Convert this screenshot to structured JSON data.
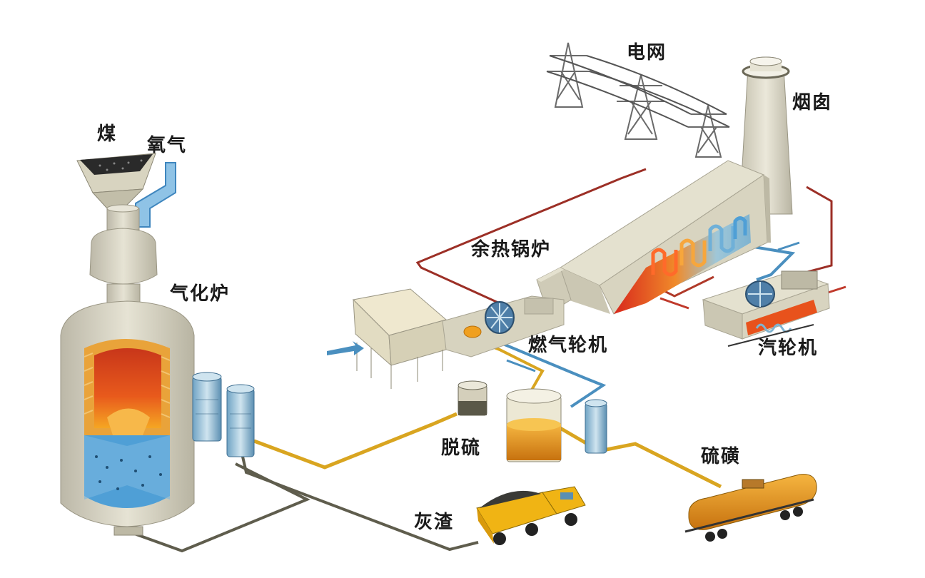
{
  "labels": {
    "coal": "煤",
    "oxygen": "氧气",
    "gasifier": "气化炉",
    "power_grid": "电网",
    "chimney": "烟囱",
    "waste_heat_boiler": "余热锅炉",
    "gas_turbine": "燃气轮机",
    "steam_turbine": "汽轮机",
    "desulfurization": "脱硫",
    "sulfur": "硫磺",
    "ash_slag": "灰渣"
  },
  "colors": {
    "gas_line": "#d9a520",
    "steam_line": "#b23a2a",
    "water_line": "#4a8fbf",
    "slag_line": "#5a5a4a",
    "equipment_body": "#d8d5c2",
    "hot_core": "#e8521c",
    "cool_zone": "#4f9fd6"
  }
}
